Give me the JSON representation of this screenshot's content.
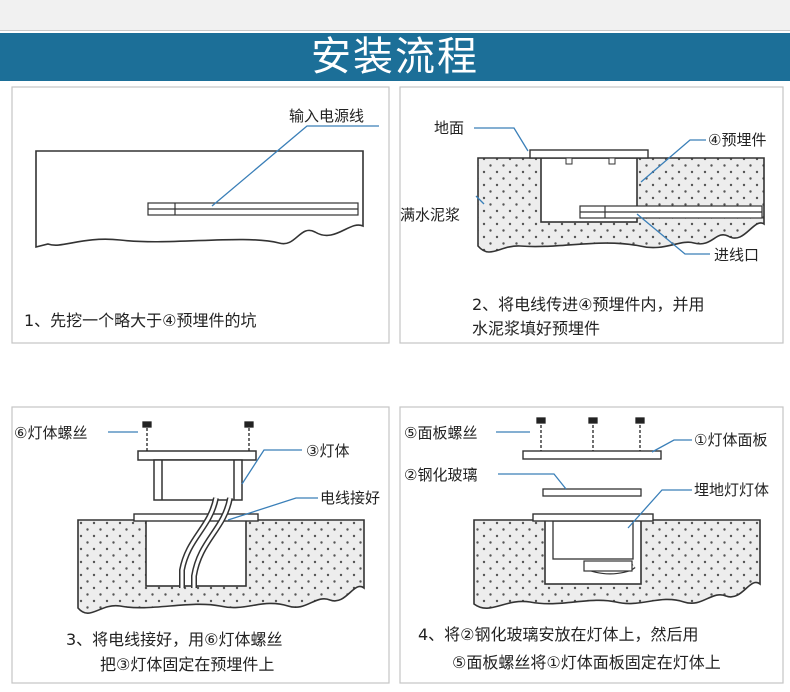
{
  "title": "安装流程",
  "colors": {
    "banner": "#1c6f98",
    "line": "#333333",
    "leader": "#3a7fb8"
  },
  "steps": [
    {
      "number": "1",
      "labels": {
        "cable": "输入电源线"
      },
      "caption": [
        "1、先挖一个略大于④预埋件的坑"
      ]
    },
    {
      "number": "2",
      "labels": {
        "ground": "地面",
        "embedded": "④预埋件",
        "cement": "满水泥浆",
        "inlet": "进线口"
      },
      "caption": [
        "2、将电线传进④预埋件内，并用",
        "水泥浆填好预埋件"
      ]
    },
    {
      "number": "3",
      "labels": {
        "screw": "⑥灯体螺丝",
        "body": "③灯体",
        "wire": "电线接好"
      },
      "caption": [
        "3、将电线接好，用⑥灯体螺丝",
        "把③灯体固定在预埋件上"
      ]
    },
    {
      "number": "4",
      "labels": {
        "screw": "⑤面板螺丝",
        "panel": "①灯体面板",
        "glass": "②钢化玻璃",
        "light": "埋地灯灯体"
      },
      "caption": [
        "4、将②钢化玻璃安放在灯体上，然后用",
        "⑤面板螺丝将①灯体面板固定在灯体上"
      ]
    }
  ]
}
